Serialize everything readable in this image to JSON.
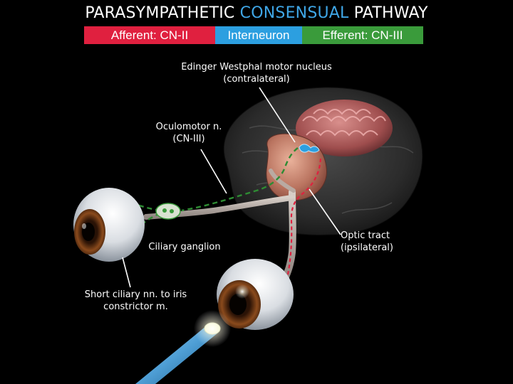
{
  "title": {
    "part1": "PARASYMPATHETIC",
    "part2": "CONSENSUAL",
    "part3": "PATHWAY"
  },
  "legend": [
    {
      "label": "Afferent: CN-II",
      "color": "#e0203f"
    },
    {
      "label": "Interneuron",
      "color": "#2c9fe0"
    },
    {
      "label": "Efferent: CN-III",
      "color": "#3a9b3b"
    }
  ],
  "colors": {
    "title_accent": "#3fa6e6",
    "afferent": "#e0203f",
    "interneuron": "#2c9fe0",
    "efferent": "#3a9b3b",
    "background": "#000000"
  },
  "labels": {
    "edinger_line1": "Edinger Westphal motor nucleus",
    "edinger_line2": "(contralateral)",
    "oculomotor_line1": "Oculomotor n.",
    "oculomotor_line2": "(CN-III)",
    "ciliary": "Ciliary ganglion",
    "optic_line1": "Optic tract",
    "optic_line2": "(ipsilateral)",
    "short_line1": "Short ciliary nn. to iris",
    "short_line2": "constrictor m."
  }
}
